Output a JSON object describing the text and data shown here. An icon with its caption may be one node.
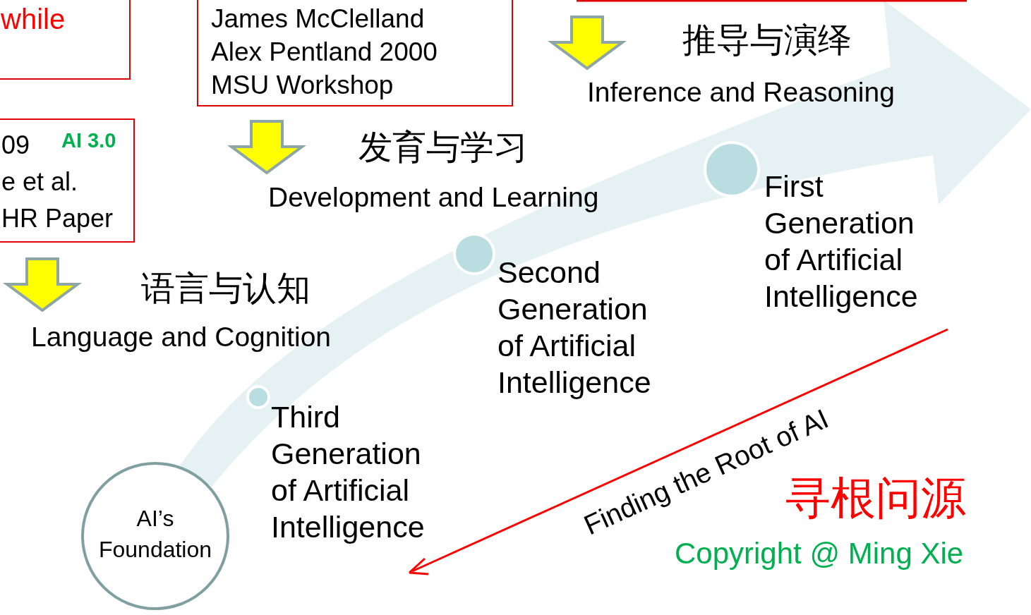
{
  "diagram": {
    "nodes": [
      {
        "text": [
          "while"
        ]
      },
      {
        "text": [
          "James McClelland Alex Pentland 2000 MSU Workshop"
        ]
      },
      {
        "text": [
          "09",
          "AI 3.0",
          "e et al.",
          "HR Paper"
        ]
      },
      {
        "text": [
          "AI’s Foundation"
        ]
      },
      {
        "text": [],
        "shape": "circle",
        "beside": [
          "Third Generation of Artificial Intelligence"
        ]
      },
      {
        "text": [],
        "shape": "circle",
        "beside": [
          "Second Generation of Artificial Intelligence"
        ]
      },
      {
        "text": [],
        "shape": "circle",
        "beside": [
          "First Generation of Artificial Intelligence"
        ]
      }
    ],
    "labels": [
      "推导与演绎",
      "Inference and Reasoning",
      "发育与学习",
      "Development and Learning",
      "语言与认知",
      "Language and Cognition",
      "Finding the Root of AI",
      "寻根问源",
      "Copyright @ Ming Xie"
    ]
  }
}
